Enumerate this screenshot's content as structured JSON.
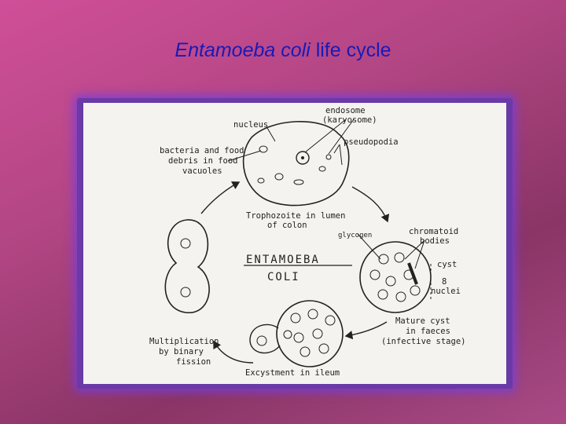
{
  "title": {
    "italic": "Entamoeba coli",
    "rest": " life cycle"
  },
  "labels": {
    "endosome_1": "endosome",
    "endosome_2": "(karyosome)",
    "nucleus": "nucleus",
    "pseudopodia": "pseudopodia",
    "bacteria_1": "bacteria and food",
    "bacteria_2": "debris in food",
    "bacteria_3": "vacuoles",
    "trophozoite_1": "Trophozoite in lumen",
    "trophozoite_2": "of colon",
    "glycogen": "glycogen",
    "chromatoid_1": "chromatoid",
    "chromatoid_2": "bodies",
    "cyst": "cyst",
    "nuclei_1": "8",
    "nuclei_2": "nuclei",
    "center_1": "ENTAMOEBA",
    "center_2": "COLI",
    "mature_1": "Mature cyst",
    "mature_2": "in faeces",
    "mature_3": "(infective stage)",
    "multiplication_1": "Multiplication",
    "multiplication_2": "by binary",
    "multiplication_3": "fission",
    "excystment": "Excystment in ileum"
  },
  "colors": {
    "title": "#1a1ab4",
    "frame_glow": "#7a3cdc",
    "background": "#b34684"
  }
}
